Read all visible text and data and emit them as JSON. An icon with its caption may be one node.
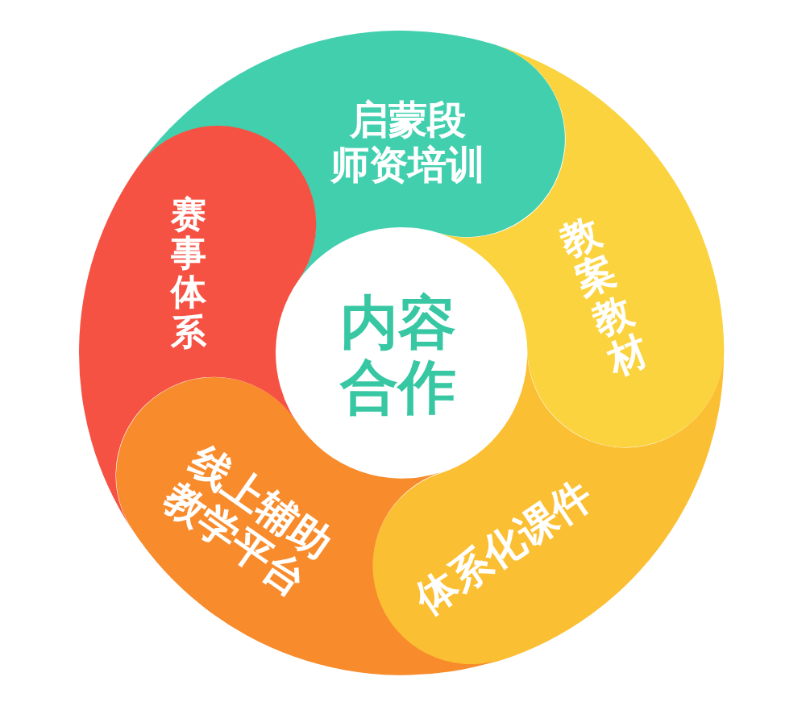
{
  "diagram": {
    "nodes": [
      {
        "text": [
          "内容合作"
        ]
      },
      {
        "text": [
          "启蒙段师资培训"
        ]
      },
      {
        "text": [
          "教案教材"
        ]
      },
      {
        "text": [
          "体系化课件"
        ]
      },
      {
        "text": [
          "线上辅助教学平台"
        ]
      },
      {
        "text": [
          "赛事体系"
        ]
      }
    ]
  }
}
